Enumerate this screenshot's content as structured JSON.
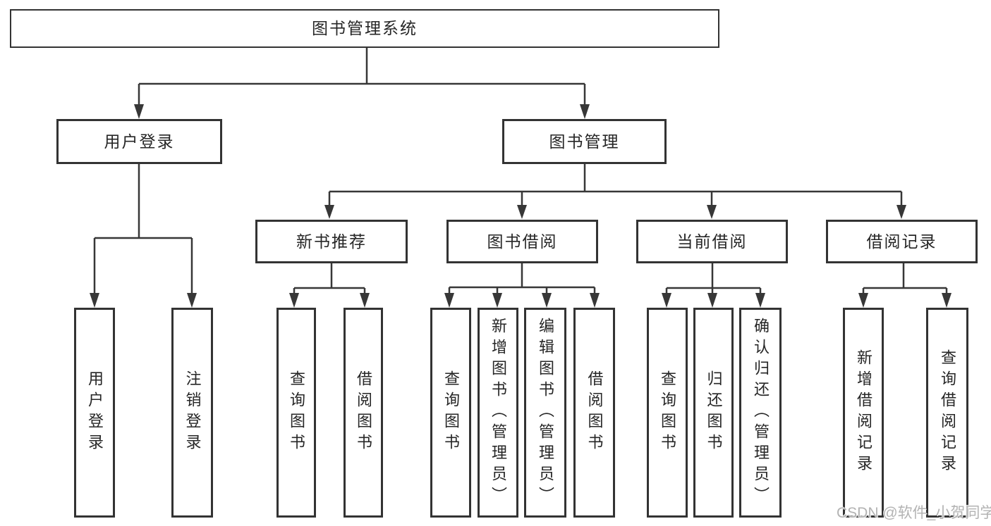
{
  "diagram": {
    "root": {
      "label": "图书管理系统"
    },
    "level2": [
      {
        "label": "用户登录"
      },
      {
        "label": "图书管理"
      }
    ],
    "level3": [
      {
        "label": "新书推荐"
      },
      {
        "label": "图书借阅"
      },
      {
        "label": "当前借阅"
      },
      {
        "label": "借阅记录"
      }
    ],
    "leaves": {
      "user_login": [
        {
          "label": "用户登录"
        },
        {
          "label": "注销登录"
        }
      ],
      "new_book_recommend": [
        {
          "label": "查询图书"
        },
        {
          "label": "借阅图书"
        }
      ],
      "book_borrow": [
        {
          "label": "查询图书"
        },
        {
          "label": "新增图书（管理员）"
        },
        {
          "label": "编辑图书（管理员）"
        },
        {
          "label": "借阅图书"
        }
      ],
      "current_borrow": [
        {
          "label": "查询图书"
        },
        {
          "label": "归还图书"
        },
        {
          "label": "确认归还（管理员）"
        }
      ],
      "borrow_record": [
        {
          "label": "新增借阅记录"
        },
        {
          "label": "查询借阅记录"
        }
      ]
    }
  },
  "watermark": {
    "text": "CSDN @软件_小贺同学"
  },
  "colors": {
    "line": "#373737",
    "box_border": "#333333",
    "text": "#262626",
    "watermark": "#b3b3b3",
    "background": "#ffffff"
  }
}
